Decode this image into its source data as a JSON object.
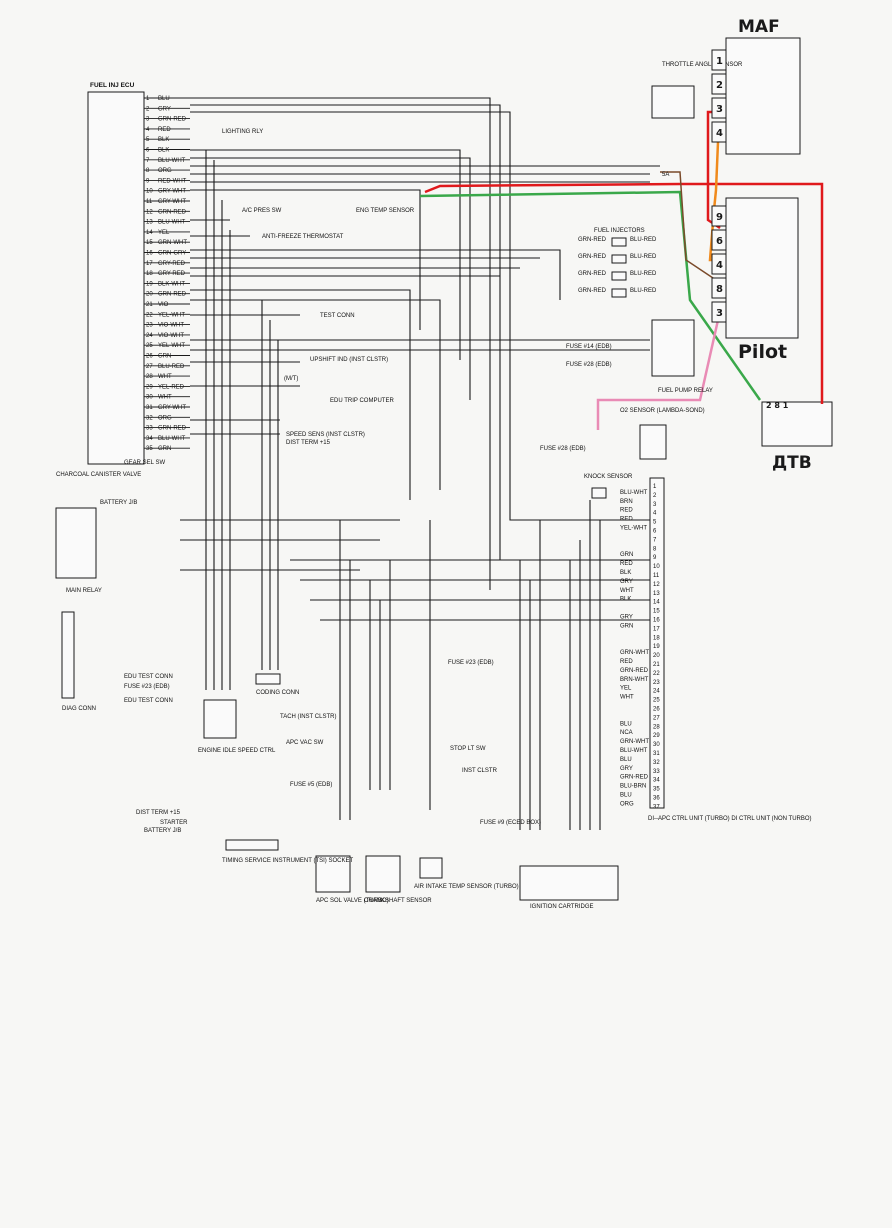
{
  "ecu": {
    "title": "FUEL INJ ECU",
    "pins": [
      {
        "n": "1",
        "wire": "BLU"
      },
      {
        "n": "2",
        "wire": "GRY"
      },
      {
        "n": "3",
        "wire": "GRN-RED"
      },
      {
        "n": "4",
        "wire": "RED"
      },
      {
        "n": "5",
        "wire": "BLK"
      },
      {
        "n": "6",
        "wire": "BLK"
      },
      {
        "n": "7",
        "wire": "BLU-WHT"
      },
      {
        "n": "8",
        "wire": "ORG"
      },
      {
        "n": "9",
        "wire": "RED-WHT"
      },
      {
        "n": "10",
        "wire": "GRY-WHT"
      },
      {
        "n": "11",
        "wire": "GRY-WHT"
      },
      {
        "n": "12",
        "wire": "GRN-RED"
      },
      {
        "n": "13",
        "wire": "BLU-WHT"
      },
      {
        "n": "14",
        "wire": "YEL"
      },
      {
        "n": "15",
        "wire": "GRN-WHT"
      },
      {
        "n": "16",
        "wire": "GRN-GRY"
      },
      {
        "n": "17",
        "wire": "GRY-RED"
      },
      {
        "n": "18",
        "wire": "GRY-RED"
      },
      {
        "n": "19",
        "wire": "BLK-WHT"
      },
      {
        "n": "20",
        "wire": "GRN-RED"
      },
      {
        "n": "21",
        "wire": "VIO"
      },
      {
        "n": "22",
        "wire": "YEL-WHT"
      },
      {
        "n": "23",
        "wire": "VIO-WHT"
      },
      {
        "n": "24",
        "wire": "VIO-WHT"
      },
      {
        "n": "25",
        "wire": "YEL-WHT"
      },
      {
        "n": "26",
        "wire": "GRN"
      },
      {
        "n": "27",
        "wire": "BLU-RED"
      },
      {
        "n": "28",
        "wire": "WHT"
      },
      {
        "n": "29",
        "wire": "YEL-RED"
      },
      {
        "n": "30",
        "wire": "WHT"
      },
      {
        "n": "31",
        "wire": "GRY-WHT"
      },
      {
        "n": "32",
        "wire": "ORG"
      },
      {
        "n": "33",
        "wire": "GRN-RED"
      },
      {
        "n": "34",
        "wire": "BLU-WHT"
      },
      {
        "n": "35",
        "wire": "GRN"
      }
    ]
  },
  "labels": {
    "lighting_rly": "LIGHTING RLY",
    "ac_pres_sw": "A/C PRES SW",
    "anti_freeze": "ANTI-FREEZE THERMOSTAT",
    "eng_temp": "ENG TEMP SENSOR",
    "test_conn": "TEST CONN",
    "upshift": "UPSHIFT IND (INST CLSTR)",
    "mt": "(M/T)",
    "edu_trip": "EDU TRIP COMPUTER",
    "speed_sens": "SPEED SENS (INST CLSTR)",
    "dist_term": "DIST TERM +15",
    "gear_sel": "GEAR SEL SW",
    "charcoal": "CHARCOAL CANISTER VALVE",
    "battery_jb": "BATTERY J/B",
    "main_relay": "MAIN RELAY",
    "diag_conn": "DIAG CONN",
    "edu_test": "EDU TEST CONN",
    "fuse23": "FUSE #23 (EDB)",
    "edu_test2": "EDU TEST CONN",
    "coding_conn": "CODING CONN",
    "idle_speed": "ENGINE IDLE SPEED CTRL",
    "tach": "TACH (INST CLSTR)",
    "apc_vac": "APC VAC SW",
    "fuse5": "FUSE #5 (EDB)",
    "dist_term15": "DIST TERM +15",
    "starter": "STARTER",
    "battery_jb2": "BATTERY J/B",
    "tsi": "TIMING SERVICE INSTRUMENT (TSI) SOCKET",
    "apc_sol": "APC SOL VALVE (TURBO)",
    "crank": "CRANKSHAFT SENSOR",
    "air_intake": "AIR INTAKE TEMP SENSOR (TURBO)",
    "stop_lt": "STOP LT SW",
    "inst_clstr": "INST CLSTR",
    "fuse9": "FUSE #9 (ECED BOX)",
    "ignition": "IGNITION CARTRIDGE",
    "throttle": "THROTTLE ANGLE SENSOR",
    "fuel_inj": "FUEL INJECTORS",
    "fuse14": "FUSE #14 (EDB)",
    "fuse28": "FUSE #28 (EDB)",
    "fuel_pump": "FUEL PUMP RELAY",
    "o2": "O2 SENSOR (LAMBDA-SOND)",
    "fuse28b": "FUSE #28 (EDB)",
    "knock": "KNOCK SENSOR",
    "di_apc": "DI--APC CTRL UNIT (TURBO) DI CTRL UNIT (NON TURBO)",
    "fuse23b": "FUSE #23 (EDB)",
    "fuse5a": "5A"
  },
  "handwritten": {
    "maf": "MAF",
    "pilot": "Pilot",
    "dtb": "ДТВ",
    "maf_pins": [
      "1",
      "2",
      "3",
      "4"
    ],
    "pilot_pins": [
      "9",
      "6",
      "4",
      "8",
      "3"
    ],
    "dtb_pins": "2 8 1"
  },
  "right_pins": {
    "wires": [
      "",
      "BLU-WHT",
      "BRN",
      "RED",
      "RED",
      "YEL-WHT",
      "",
      "",
      "GRN",
      "RED",
      "BLK",
      "GRY",
      "WHT",
      "BLK",
      "",
      "GRY",
      "GRN",
      "",
      "",
      "GRN-WHT",
      "RED",
      "GRN-RED",
      "BRN-WHT",
      "YEL",
      "WHT",
      "",
      "",
      "BLU",
      "NCA",
      "GRN-WHT",
      "BLU-WHT",
      "BLU",
      "GRY",
      "GRN-RED",
      "BLU-BRN",
      "BLU",
      "ORG"
    ]
  },
  "colors": {
    "red": "#e0191c",
    "green": "#3aa84a",
    "orange": "#f08a1c",
    "pink": "#e98bb5",
    "brown": "#7a4a2a"
  }
}
